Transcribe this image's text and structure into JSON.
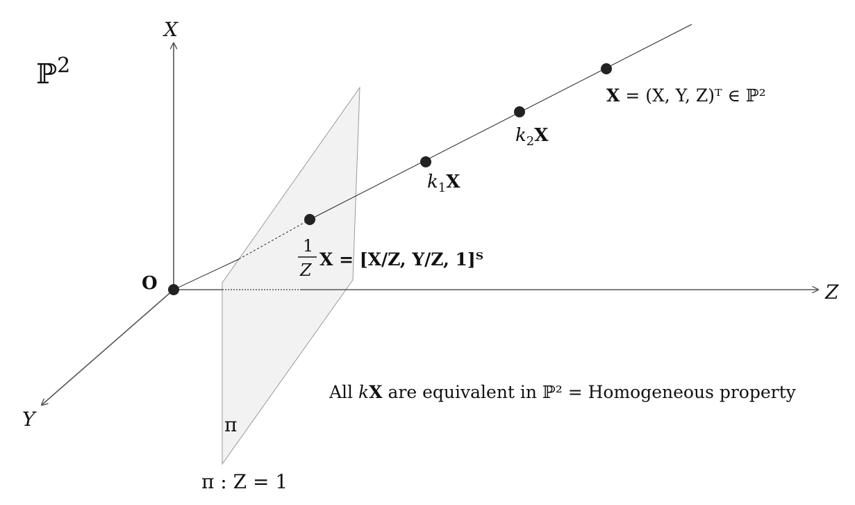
{
  "space_label": {
    "base": "ℙ",
    "sup": "2"
  },
  "axes": {
    "x": "X",
    "y": "Y",
    "z": "Z"
  },
  "origin_label": "O",
  "plane": {
    "name": "π",
    "equation": "π : Z = 1"
  },
  "points": {
    "normalized": {
      "frac_num": "1",
      "frac_den": "Z",
      "expr": "X = [X/Z, Y/Z, 1]ᵀ"
    },
    "k1": {
      "k": "k",
      "sub": "1",
      "var": "X"
    },
    "k2": {
      "k": "k",
      "sub": "2",
      "var": "X"
    },
    "x": {
      "var": "X",
      "expr": " = (X, Y, Z)ᵀ ∈ ℙ²"
    }
  },
  "caption": {
    "pre": "All ",
    "k": "k",
    "var": "X",
    "post": " are equivalent in ℙ² = Homogeneous property"
  },
  "colors": {
    "axis": "#555555",
    "plane_fill": "#f2f2f2",
    "plane_stroke": "#999999",
    "point": "#222222",
    "ray": "#222222"
  }
}
